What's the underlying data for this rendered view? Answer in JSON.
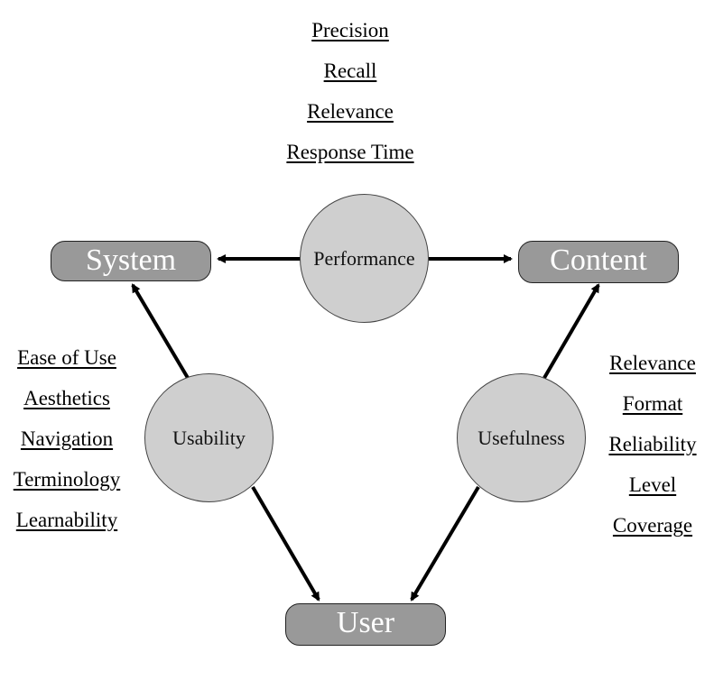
{
  "entities": {
    "system": "System",
    "content": "Content",
    "user": "User"
  },
  "dimensions": {
    "performance": "Performance",
    "usability": "Usability",
    "usefulness": "Usefulness"
  },
  "attributes": {
    "performance": [
      "Precision",
      "Recall",
      "Relevance",
      "Response Time"
    ],
    "usability": [
      "Ease of Use",
      "Aesthetics",
      "Navigation",
      "Terminology",
      "Learnability"
    ],
    "usefulness": [
      "Relevance",
      "Format",
      "Reliability",
      "Level",
      "Coverage"
    ]
  },
  "colors": {
    "entity_fill": "#999999",
    "dimension_fill": "#cfcfcf",
    "arrow": "#000000"
  }
}
